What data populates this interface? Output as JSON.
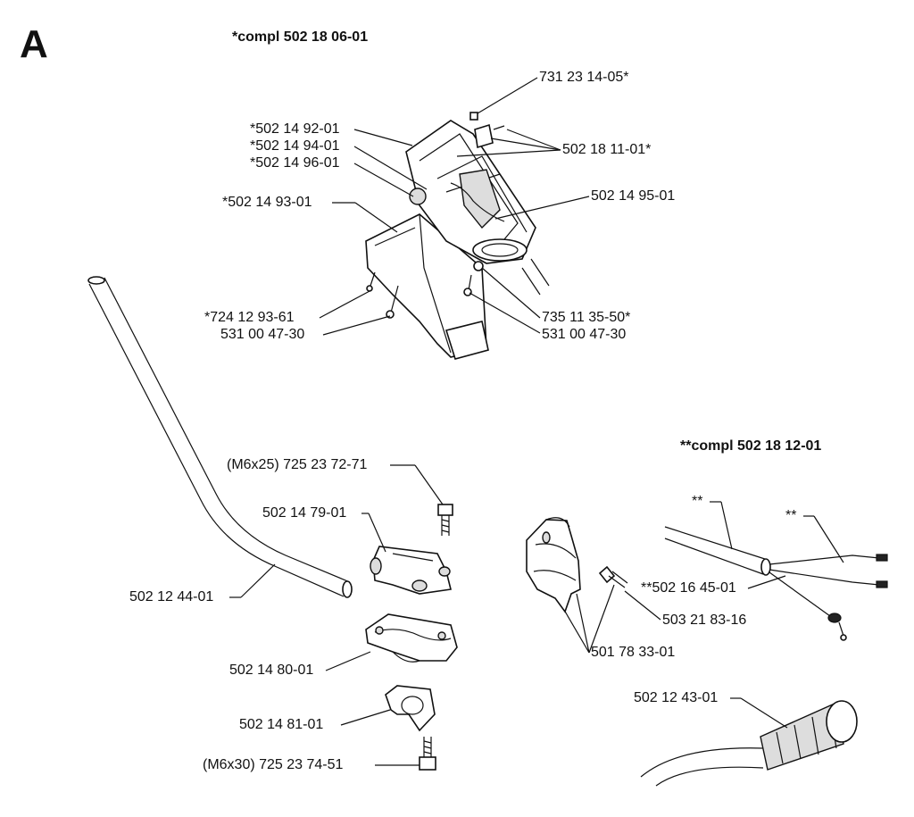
{
  "section_letter": "A",
  "kits": {
    "handle_kit": "*compl 502 18 06-01",
    "wiring_kit": "**compl 502 18 12-01"
  },
  "labels": {
    "l1": "731 23 14-05*",
    "l2": "*502 14 92-01",
    "l3": "*502 14 94-01",
    "l4": "*502 14 96-01",
    "l5": "502 18 11-01*",
    "l6": "502 14 95-01",
    "l7": "*502 14 93-01",
    "l8": "*724 12 93-61",
    "l9": "531 00 47-30",
    "l10": "735 11 35-50*",
    "l11": "531 00 47-30",
    "l12": "(M6x25) 725 23 72-71",
    "l13": "502 14 79-01",
    "l14": "502 12 44-01",
    "l15": "502 14 80-01",
    "l16": "502 14 81-01",
    "l17": "(M6x30) 725 23 74-51",
    "l18": "**",
    "l19": "**",
    "l20": "**502 16 45-01",
    "l21": "503 21 83-16",
    "l22": "501 78 33-01",
    "l23": "502 12 43-01"
  }
}
